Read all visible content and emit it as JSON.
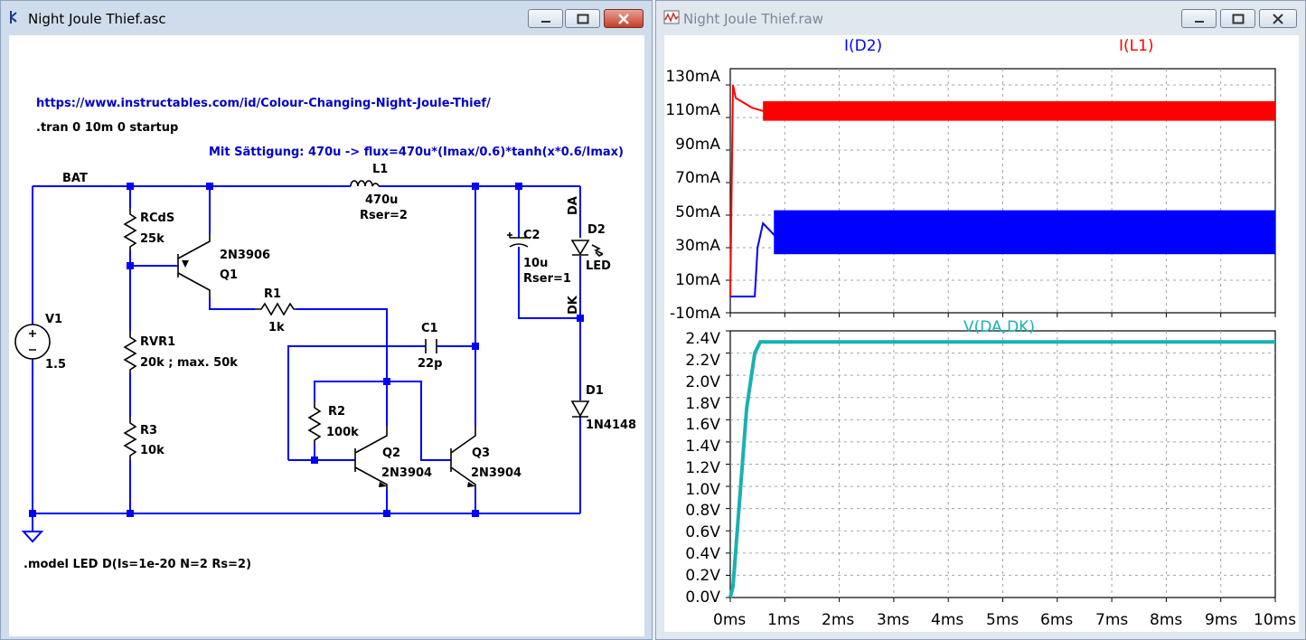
{
  "schematic_window": {
    "title": "Night Joule Thief.asc",
    "directives": {
      "url": "https://www.instructables.com/id/Colour-Changing-Night-Joule-Thief/",
      "tran": ".tran 0 10m 0 startup",
      "saturation": "Mit Sättigung:  470u -> flux=470u*(Imax/0.6)*tanh(x*0.6/Imax)",
      "model": ".model LED D(Is=1e-20 N=2 Rs=2)"
    },
    "nets": {
      "bat": "BAT",
      "da": "DA",
      "dk": "DK"
    },
    "components": {
      "v1": {
        "name": "V1",
        "value": "1.5"
      },
      "rcds": {
        "name": "RCdS",
        "value": "25k"
      },
      "rvr1": {
        "name": "RVR1",
        "value": "20k ; max. 50k"
      },
      "r3": {
        "name": "R3",
        "value": "10k"
      },
      "q1": {
        "name": "Q1",
        "value": "2N3906"
      },
      "r1": {
        "name": "R1",
        "value": "1k"
      },
      "l1": {
        "name": "L1",
        "value": "470u",
        "extra": "Rser=2"
      },
      "c1": {
        "name": "C1",
        "value": "22p"
      },
      "r2": {
        "name": "R2",
        "value": "100k"
      },
      "q2": {
        "name": "Q2",
        "value": "2N3904"
      },
      "q3": {
        "name": "Q3",
        "value": "2N3904"
      },
      "c2": {
        "name": "C2",
        "value": "10u",
        "extra": "Rser=1"
      },
      "d2": {
        "name": "D2",
        "value": "LED"
      },
      "d1": {
        "name": "D1",
        "value": "1N4148"
      }
    }
  },
  "waveform_window": {
    "title": "Night Joule Thief.raw",
    "colors": {
      "d2": "#0000ff",
      "l1": "#ff0000",
      "vdadk": "#19b1b1",
      "grid": "#9aa6a6"
    },
    "chart_data": [
      {
        "type": "line",
        "title": "",
        "series": [
          {
            "name": "I(D2)",
            "color": "#0000ff",
            "x_ms": [
              0,
              0.45,
              0.5,
              0.6,
              0.8,
              10
            ],
            "y_mA": [
              0,
              0,
              30,
              45,
              38,
              38
            ],
            "ripple_mA": [
              26,
              53
            ]
          },
          {
            "name": "I(L1)",
            "color": "#ff0000",
            "x_ms": [
              0,
              0.05,
              0.1,
              0.2,
              0.4,
              0.6,
              10
            ],
            "y_mA": [
              0,
              130,
              122,
              120,
              116,
              114,
              114
            ],
            "ripple_mA": [
              108,
              120
            ]
          }
        ],
        "ylabel_ticks": [
          "130mA",
          "110mA",
          "90mA",
          "70mA",
          "50mA",
          "30mA",
          "10mA",
          "-10mA"
        ],
        "ylim": [
          -10,
          140
        ],
        "xlim": [
          0,
          10
        ],
        "grid": true
      },
      {
        "type": "line",
        "title": "",
        "series": [
          {
            "name": "V(DA,DK)",
            "color": "#19b1b1",
            "x_ms": [
              0,
              0.05,
              0.3,
              0.45,
              0.55,
              10
            ],
            "y_V": [
              0,
              0.1,
              1.7,
              2.2,
              2.3,
              2.3
            ]
          }
        ],
        "ylabel_ticks": [
          "2.4V",
          "2.2V",
          "2.0V",
          "1.8V",
          "1.6V",
          "1.4V",
          "1.2V",
          "1.0V",
          "0.8V",
          "0.6V",
          "0.4V",
          "0.2V",
          "0.0V"
        ],
        "xlabel_ticks": [
          "0ms",
          "1ms",
          "2ms",
          "3ms",
          "4ms",
          "5ms",
          "6ms",
          "7ms",
          "8ms",
          "9ms",
          "10ms"
        ],
        "ylim": [
          0,
          2.4
        ],
        "xlim": [
          0,
          10
        ],
        "grid": true
      }
    ]
  }
}
